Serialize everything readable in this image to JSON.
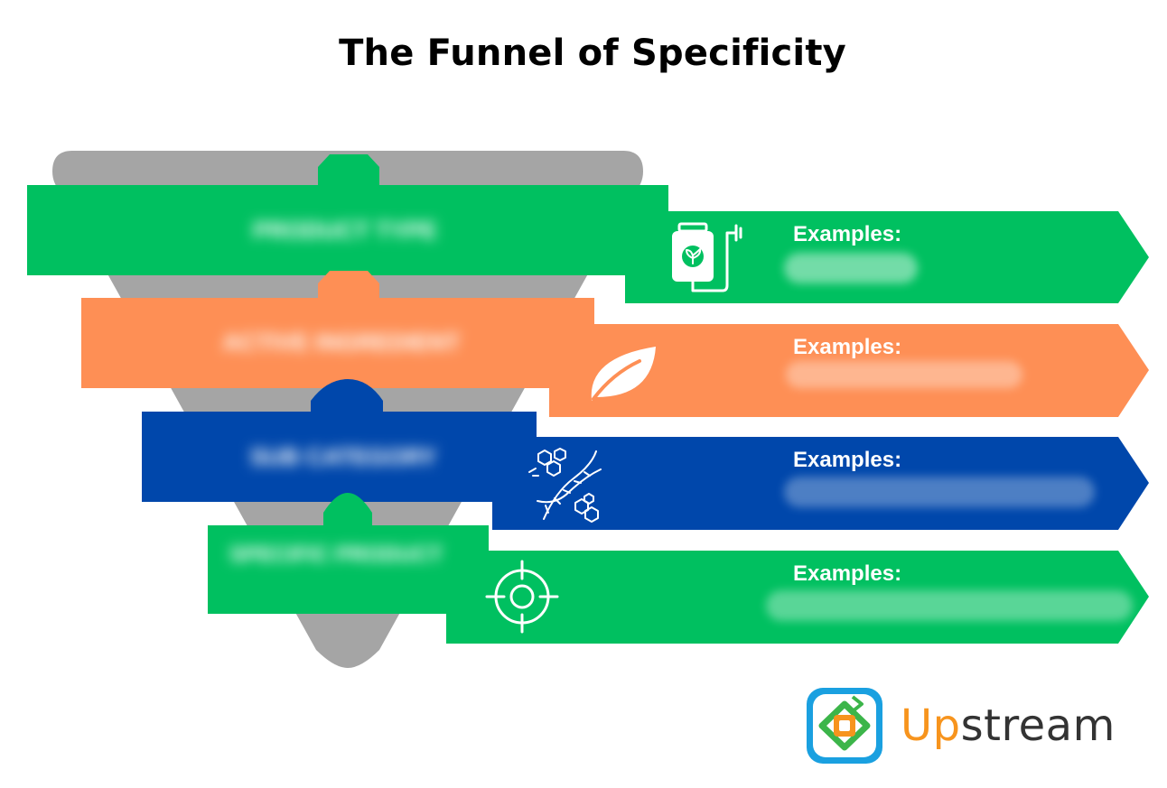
{
  "title": "The Funnel of Specificity",
  "levels": [
    {
      "label": "PRODUCT TYPE",
      "examples_label": "Examples:",
      "example_text": "Herbicides",
      "color": "#00c060",
      "icon": "spray-bottle-icon"
    },
    {
      "label": "ACTIVE INGREDIENT",
      "examples_label": "Examples:",
      "example_text": "Natural plant extracts",
      "color": "#fe8f55",
      "icon": "leaf-icon"
    },
    {
      "label": "SUB CATEGORY",
      "examples_label": "Examples:",
      "example_text": "Biological control and formulations",
      "color": "#0047ab",
      "icon": "dna-molecule-icon"
    },
    {
      "label": "SPECIFIC PRODUCT",
      "examples_label": "Examples:",
      "example_text": "Targeted weed control for specific crops",
      "color": "#00c060",
      "icon": "target-crosshair-icon"
    }
  ],
  "funnel_color": "#a5a5a5",
  "logo": {
    "text_up": "Up",
    "text_rest": "stream",
    "icon": "upstream-logo-icon",
    "primary_color": "#f7941d",
    "secondary_color": "#1aa0e0",
    "accent_green": "#3cb54a"
  }
}
